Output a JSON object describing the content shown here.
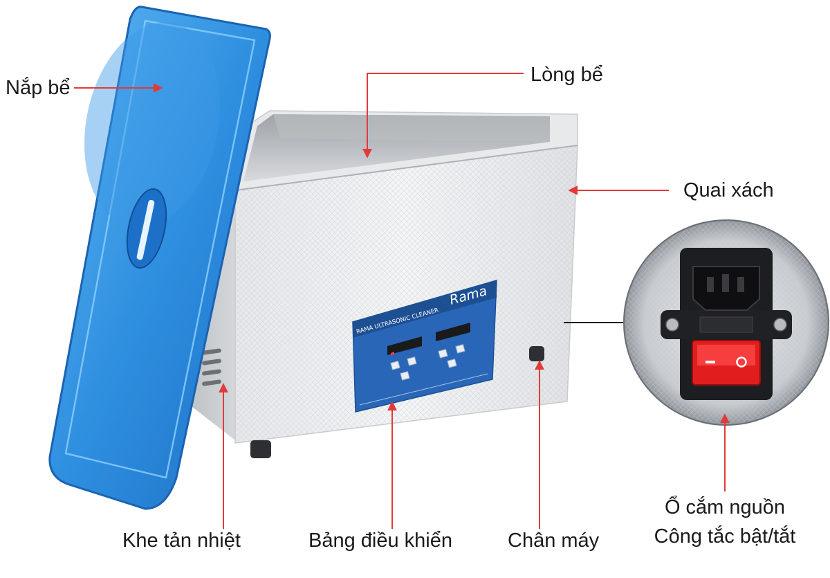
{
  "labels": {
    "lid": "Nắp bể",
    "tank": "Lòng bể",
    "handle": "Quai xách",
    "vents": "Khe tản nhiệt",
    "control_panel": "Bảng điều khiển",
    "feet": "Chân máy",
    "power_socket_line1": "Ổ cắm nguồn",
    "power_socket_line2": "Công tắc bật/tắt"
  },
  "panel": {
    "brand": "Rama",
    "title": "RAMA ULTRASONIC CLEANER"
  },
  "colors": {
    "arrow": "#e23a3a",
    "lid": "#2f8fe0",
    "panel": "#2a66b8",
    "switch": "#e01e1e"
  }
}
